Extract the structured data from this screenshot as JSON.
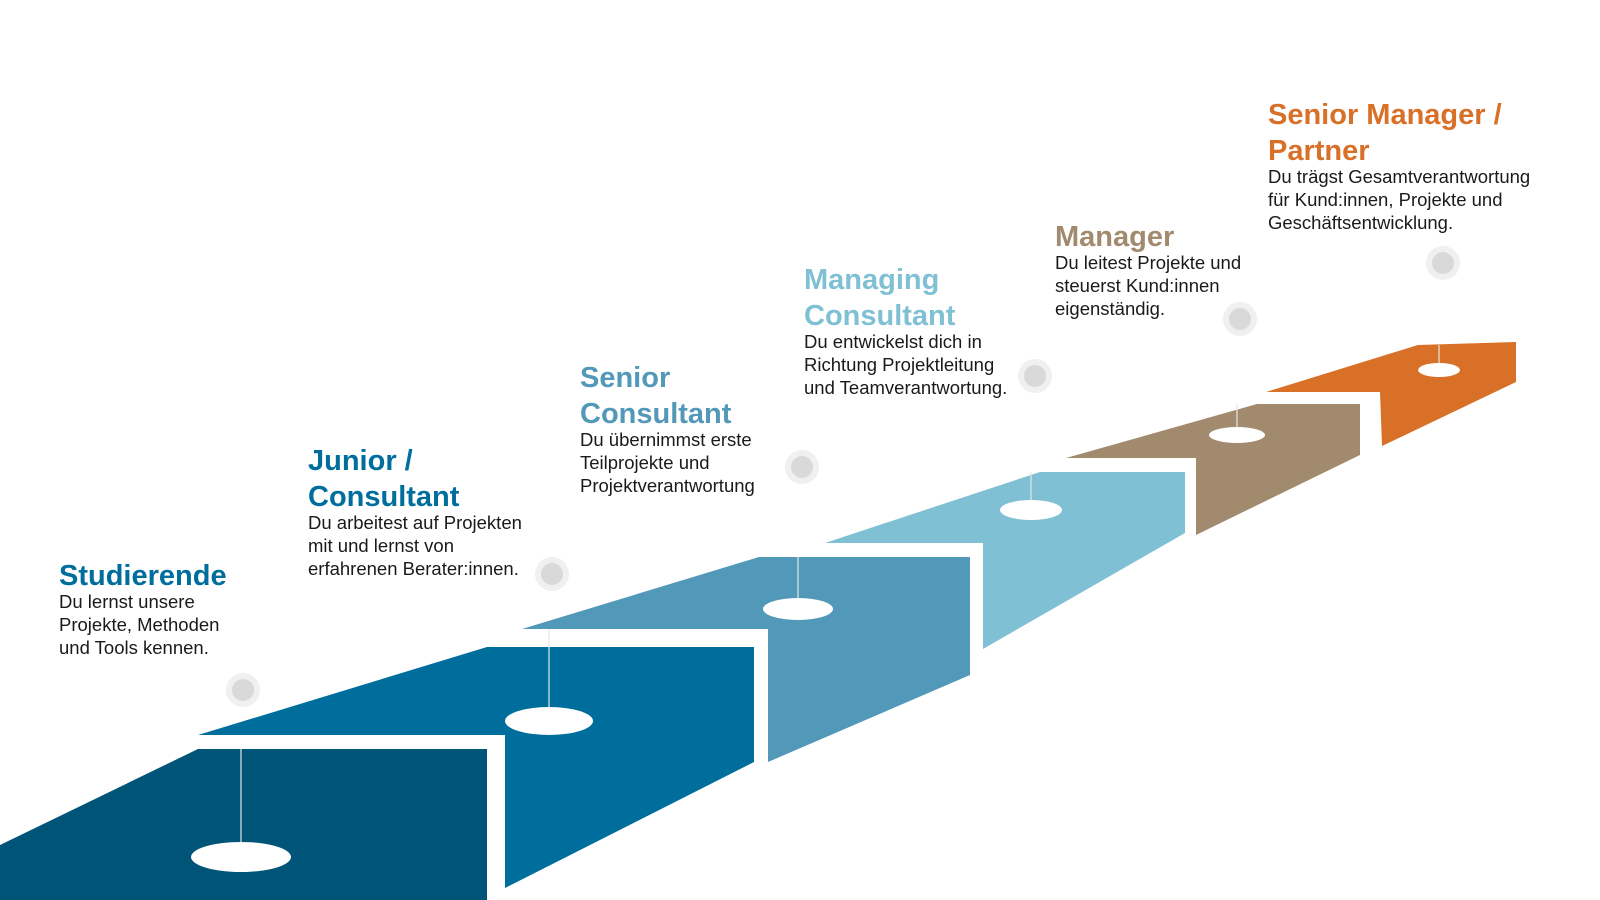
{
  "diagram": {
    "type": "career-staircase",
    "stages": [
      {
        "title": "Studierende",
        "description": "Du lernst unsere\nProjekte, Methoden\nund Tools kennen.",
        "color": "#005478"
      },
      {
        "title": "Junior /\nConsultant",
        "description": "Du arbeitest auf Projekten\nmit und lernst von\nerfahrenen Berater:innen.",
        "color": "#006e9d"
      },
      {
        "title": "Senior\nConsultant",
        "description": "Du übernimmst erste\nTeilprojekte und\nProjektverantwortung",
        "color": "#5298b8"
      },
      {
        "title": "Managing\nConsultant",
        "description": "Du entwickelst dich in\nRichtung Projektleitung\nund Teamverantwortung.",
        "color": "#7fc0d4"
      },
      {
        "title": "Manager",
        "description": "Du leitest Projekte und\nsteuerst Kund:innen\neigenständig.",
        "color": "#a28a6f"
      },
      {
        "title": "Senior Manager /\nPartner",
        "description": "Du trägst Gesamtverantwortung\nfür Kund:innen, Projekte und\nGeschäftsentwicklung.",
        "color": "#d87027"
      }
    ],
    "title_colors": [
      "#006e9d",
      "#006e9d",
      "#5298b8",
      "#7fc0d4",
      "#a28a6f",
      "#d87027"
    ]
  }
}
